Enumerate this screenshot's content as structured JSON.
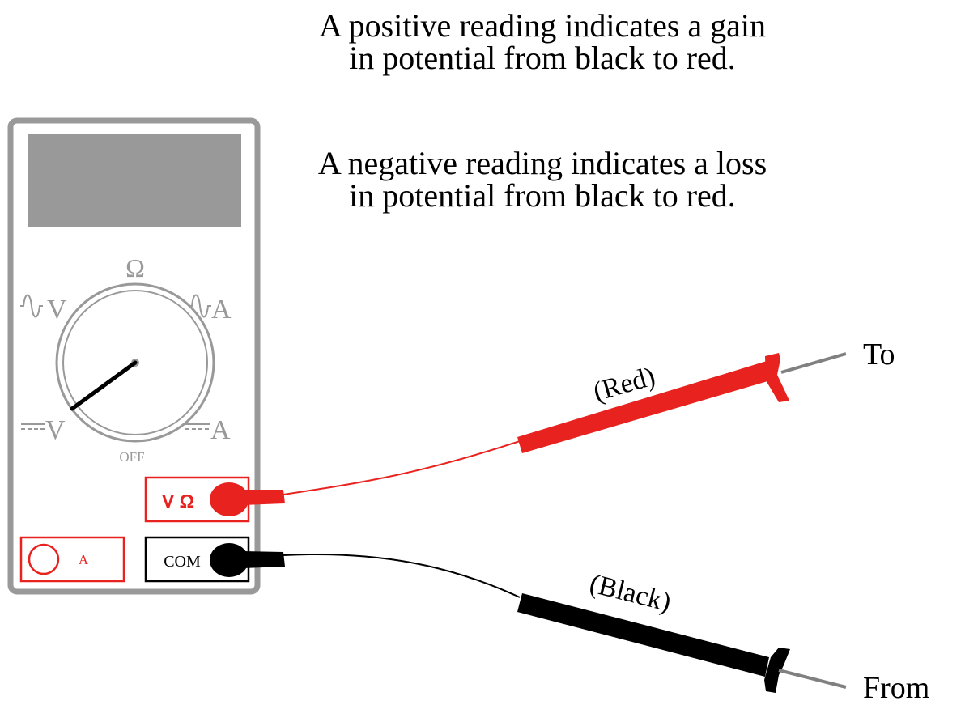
{
  "captions": {
    "positive": {
      "line1": "A positive reading indicates a gain",
      "line2": "in potential from black to red."
    },
    "negative": {
      "line1": "A negative reading indicates a loss",
      "line2": "in potential from black to red."
    }
  },
  "meter": {
    "dial_labels": {
      "ohm": "Ω",
      "ac_volts": "V",
      "ac_amps": "A",
      "dc_volts": "V",
      "dc_amps": "A",
      "off": "OFF"
    },
    "jacks": {
      "v_ohm": "V Ω",
      "amps": "A",
      "com": "COM"
    },
    "selected_position": "DC V"
  },
  "leads": {
    "red": {
      "label": "(Red)",
      "end_label": "To"
    },
    "black": {
      "label": "(Black)",
      "end_label": "From"
    }
  },
  "colors": {
    "meter_gray": "#999999",
    "display_gray": "#999999",
    "red": "#e8231f",
    "black": "#000000",
    "probe_tip": "#808080"
  }
}
